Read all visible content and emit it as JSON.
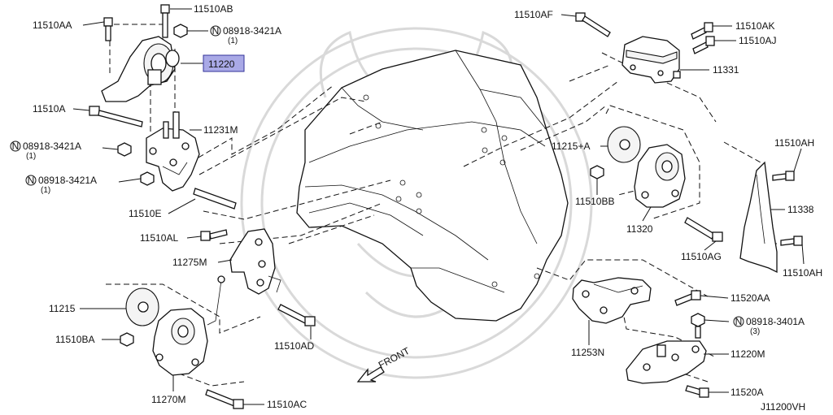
{
  "labels": {
    "l_11510aa": "11510AA",
    "l_11510ab": "11510AB",
    "l_08918_3421a_top": "08918-3421A",
    "l_08918_3421a_top_qty": "(1)",
    "l_11220": "11220",
    "l_11510a": "11510A",
    "l_11231m": "11231M",
    "l_08918_3421a_mid": "08918-3421A",
    "l_08918_3421a_mid_qty": "(1)",
    "l_08918_3421a_low": "08918-3421A",
    "l_08918_3421a_low_qty": "(1)",
    "l_11510e": "11510E",
    "l_11510al": "11510AL",
    "l_11275m": "11275M",
    "l_11215": "11215",
    "l_11510ba": "11510BA",
    "l_11510ad": "11510AD",
    "l_11270m": "11270M",
    "l_11510ac": "11510AC",
    "l_front": "FRONT",
    "l_11510af": "11510AF",
    "l_11510ak": "11510AK",
    "l_11510aj": "11510AJ",
    "l_11331": "11331",
    "l_11215a": "11215+A",
    "l_11510bb": "11510BB",
    "l_11320": "11320",
    "l_11510ag": "11510AG",
    "l_11510ah_top": "11510AH",
    "l_11338": "11338",
    "l_11510ah_bot": "11510AH",
    "l_11520aa": "11520AA",
    "l_08918_3401a": "08918-3401A",
    "l_08918_3401a_qty": "(3)",
    "l_11253n": "11253N",
    "l_11220m": "11220M",
    "l_11520a": "11520A",
    "l_diagram_id": "J11200VH"
  },
  "badges": {
    "n_symbol": "N"
  },
  "colors": {
    "highlight_fill": "#a9a9e6",
    "highlight_border": "#333399",
    "line": "#111111",
    "watermark": "#dddddd"
  }
}
